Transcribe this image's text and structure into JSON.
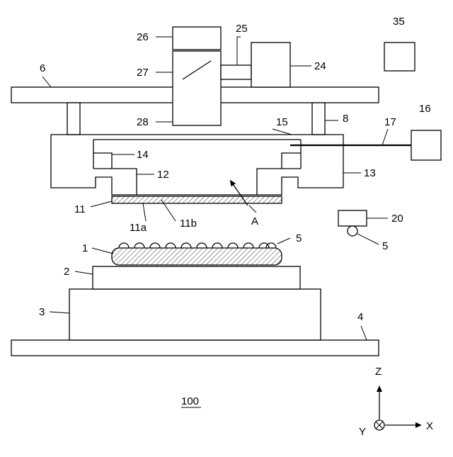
{
  "figure_label": "100",
  "axes": {
    "z": "Z",
    "x": "X",
    "y": "Y"
  },
  "labels": {
    "l1": "1",
    "l2": "2",
    "l3": "3",
    "l4": "4",
    "l5a": "5",
    "l5b": "5",
    "l6": "6",
    "l8": "8",
    "l11": "11",
    "l11a": "11a",
    "l11b": "11b",
    "l12": "12",
    "l13": "13",
    "l14": "14",
    "l15": "15",
    "l16": "16",
    "l17": "17",
    "l20": "20",
    "l24": "24",
    "l25": "25",
    "l26": "26",
    "l27": "27",
    "l28": "28",
    "l35": "35",
    "lA": "A"
  }
}
